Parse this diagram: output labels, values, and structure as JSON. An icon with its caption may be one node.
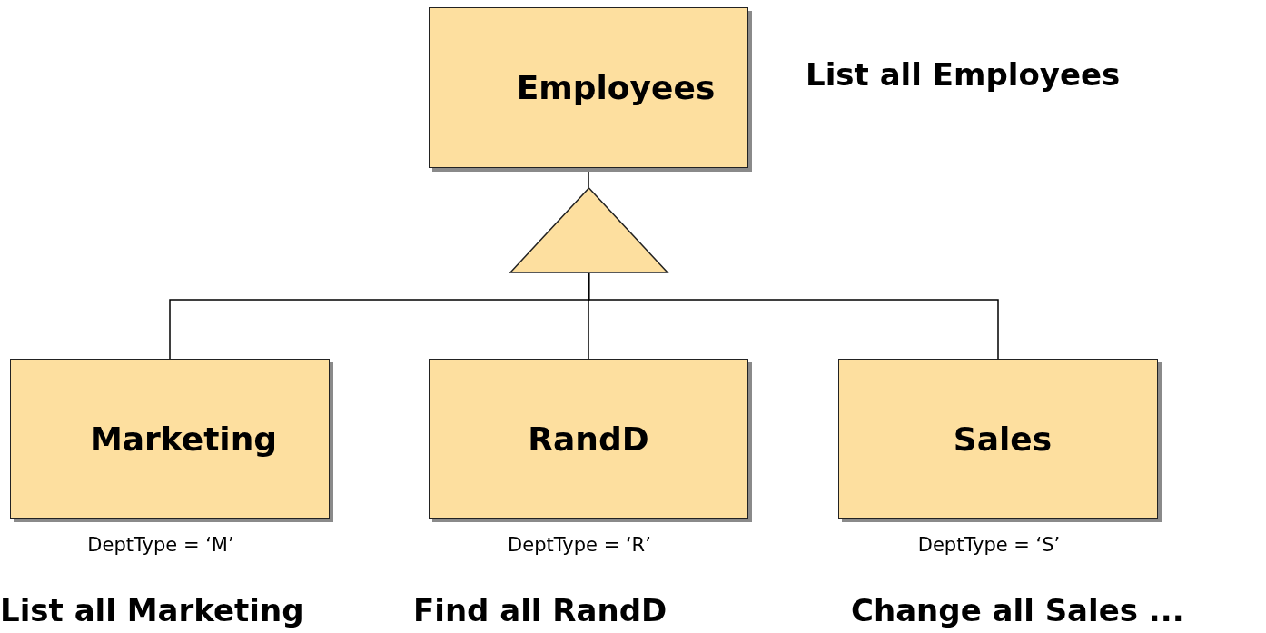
{
  "diagram": {
    "nodes": [
      {
        "text": [
          "Employees"
        ]
      },
      {
        "text": [],
        "shape": "triangle"
      },
      {
        "text": [
          "Marketing"
        ],
        "beside": [
          "DeptType = ‘M’"
        ]
      },
      {
        "text": [
          "RandD"
        ],
        "beside": [
          "DeptType = ‘R’"
        ]
      },
      {
        "text": [
          "Sales"
        ],
        "beside": [
          "DeptType = ‘S’"
        ]
      }
    ],
    "edges": [
      {
        "from": 0,
        "to": 1,
        "arrow": "none"
      },
      {
        "from": 1,
        "to": 2,
        "arrow": "none"
      },
      {
        "from": 1,
        "to": 3,
        "arrow": "none"
      },
      {
        "from": 1,
        "to": 4,
        "arrow": "none"
      }
    ],
    "labels": [
      "List all Employees",
      "List all Marketing",
      "Find all RandD",
      "Change all Sales ..."
    ]
  }
}
